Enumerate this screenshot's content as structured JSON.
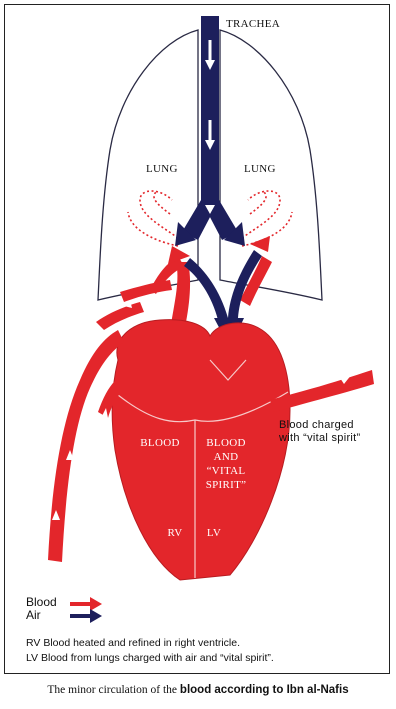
{
  "labels": {
    "trachea": "TRACHEA",
    "lung_left": "LUNG",
    "lung_right": "LUNG",
    "blood_charged_line1": "Blood charged",
    "blood_charged_line2": "with “vital spirit”",
    "rv_chamber": "BLOOD",
    "lv_chamber_line1": "BLOOD",
    "lv_chamber_line2": "AND",
    "lv_chamber_line3": "“VITAL",
    "lv_chamber_line4": "SPIRIT”",
    "rv": "RV",
    "lv": "LV"
  },
  "legend": {
    "blood": "Blood",
    "air": "Air"
  },
  "notes": {
    "rv": "RV Blood heated and refined in right ventricle.",
    "lv": "LV Blood from lungs charged with air and “vital spirit”."
  },
  "caption": {
    "part1": "The minor circulation of the",
    "part2": "blood according to Ibn al-Nafis"
  },
  "colors": {
    "blood": "#e3262b",
    "air": "#1d1f5c",
    "outline": "#2a2a44"
  }
}
